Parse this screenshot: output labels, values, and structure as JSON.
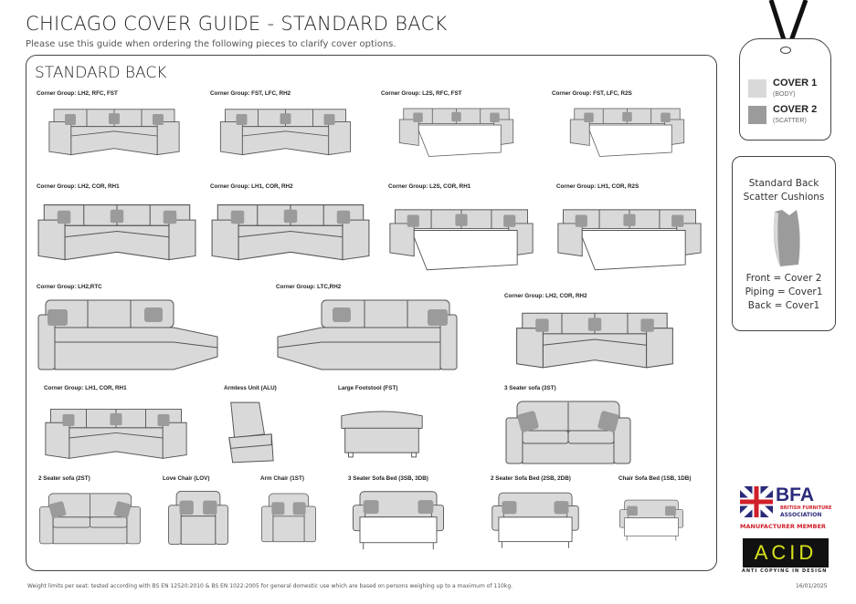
{
  "header": {
    "title": "CHICAGO COVER GUIDE - STANDARD BACK",
    "subtitle": "Please use this guide when ordering the following pieces to clarify cover options."
  },
  "section_title": "STANDARD BACK",
  "items": [
    "Corner Group: LH2, RFC, FST",
    "Corner Group: FST, LFC, RH2",
    "Corner Group: L2S, RFC, FST",
    "Corner Group: FST, LFC, R2S",
    "Corner Group: LH2, COR, RH1",
    "Corner Group: LH1, COR, RH2",
    "Corner Group: L2S, COR, RH1",
    "Corner Group: LH1, COR, R2S",
    "Corner Group: LH2,RTC",
    "Corner Group: LTC,RH2",
    "Corner Group: LH2, COR, RH2",
    "Corner Group: LH1, COR, RH1",
    "Armless Unit (ALU)",
    "Large Footstool (FST)",
    "3 Seater sofa (3ST)",
    "2 Seater sofa (2ST)",
    "Love Chair (LOV)",
    "Arm Chair (1ST)",
    "3 Seater Sofa Bed (3SB, 3DB)",
    "2 Seater Sofa Bed (2SB, 2DB)",
    "Chair Sofa Bed (1SB, 1DB)"
  ],
  "legend": {
    "cover1": "COVER 1",
    "cover1_sub": "(BODY)",
    "cover2": "COVER 2",
    "cover2_sub": "(SCATTER)",
    "cover1_color": "#d9d9d9",
    "cover2_color": "#9b9b9b"
  },
  "scatter": {
    "title1": "Standard Back",
    "title2": "Scatter Cushions",
    "line1": "Front = Cover 2",
    "line2": "Piping = Cover1",
    "line3": "Back = Cover1"
  },
  "logos": {
    "bfa": "BFA",
    "bfa_sub1": "BRITISH FURNITURE",
    "bfa_sub2": "ASSOCIATION",
    "member": "MANUFACTURER MEMBER",
    "acid": "ACID",
    "acid_sub": "ANTI COPYING IN DESIGN"
  },
  "footer": {
    "note": "Weight limits per seat: tested according with BS EN 12520:2010 & BS EN 1022:2005 for general domestic use which are based on persons weighing up to a maximum of 110kg.",
    "date": "16/01/2025"
  }
}
